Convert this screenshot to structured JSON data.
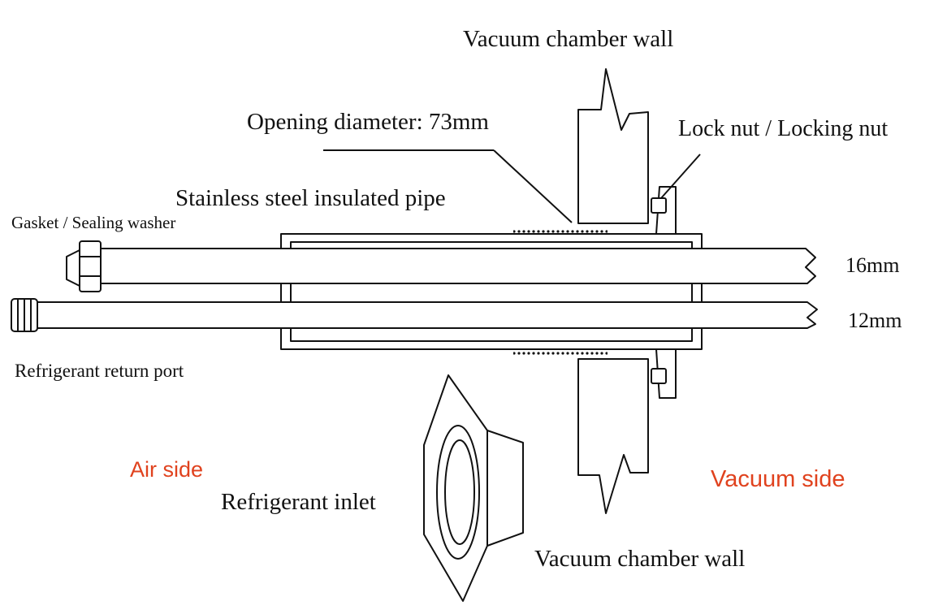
{
  "labels": {
    "wall_top": "Vacuum chamber wall",
    "opening": "Opening diameter: 73mm",
    "lock_nut": "Lock nut / Locking nut",
    "pipe": "Stainless steel insulated pipe",
    "gasket": "Gasket / Sealing washer",
    "d16": "16mm",
    "d12": "12mm",
    "return_port": "Refrigerant return port",
    "inlet": "Refrigerant inlet",
    "wall_bottom": "Vacuum chamber wall"
  },
  "sides": {
    "air": "Air side",
    "vacuum": "Vacuum side"
  },
  "colors": {
    "line": "#111111",
    "side_label": "#e0421e"
  }
}
